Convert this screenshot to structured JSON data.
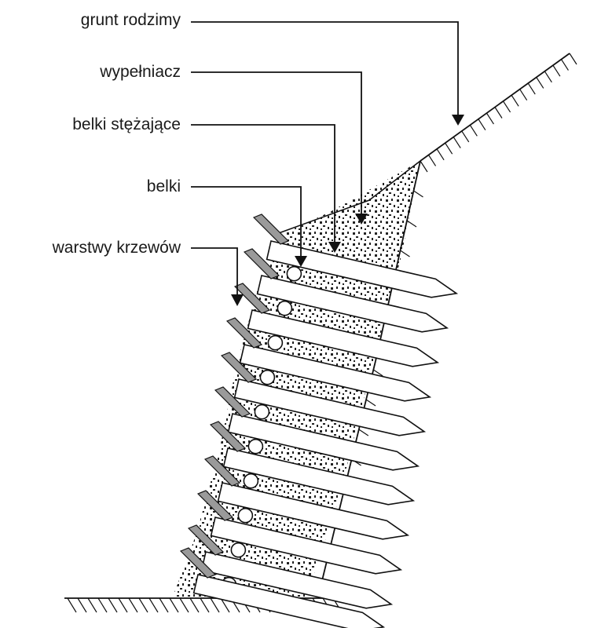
{
  "labels": {
    "native_soil": "grunt rodzimy",
    "filler": "wypełniacz",
    "bracing_beams": "belki stężające",
    "beams": "belki",
    "brush_layers": "warstwy krzewów"
  }
}
